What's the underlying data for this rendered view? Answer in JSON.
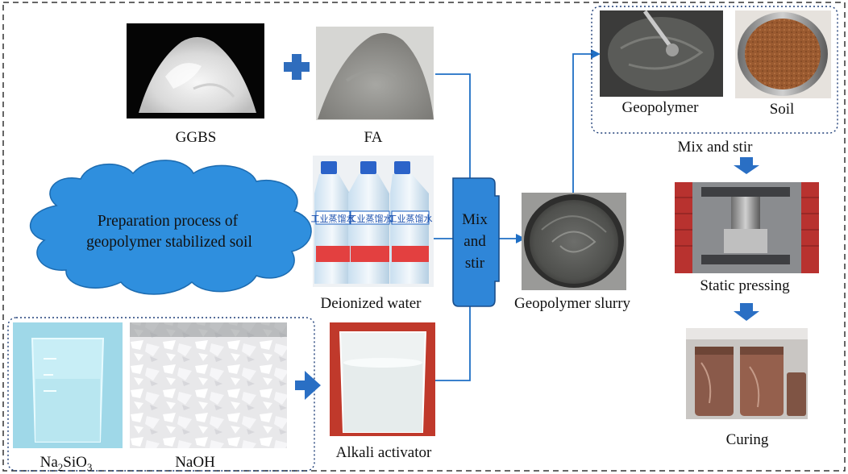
{
  "labels": {
    "ggbs": "GGBS",
    "fa": "FA",
    "deionized_water": "Deionized water",
    "na2sio3": {
      "base1": "Na",
      "sub1": "2",
      "base2": "SiO",
      "sub2": "3"
    },
    "naoh": "NaOH",
    "alkali_activator": "Alkali activator",
    "mix_box": [
      "Mix",
      "and",
      "stir"
    ],
    "geopolymer_slurry": "Geopolymer slurry",
    "geopolymer": "Geopolymer",
    "soil": "Soil",
    "mix_and_stir": "Mix and stir",
    "static_pressing": "Static pressing",
    "curing": "Curing",
    "cloud_lines": [
      "Preparation process of",
      "geopolymer stabilized soil"
    ],
    "bottle_label": "工业蒸馏水"
  },
  "colors": {
    "flow_line": "#1f6fc5",
    "arrow_blue": "#2a6fc4",
    "plus_blue": "#2f6dbd",
    "cloud_fill": "#2f8fde",
    "mix_box_fill": "#2f86d8",
    "border": "#333333"
  },
  "icons": {
    "plus": "plus-icon",
    "arrow_right": "arrow-right-icon",
    "arrow_down": "arrow-down-icon"
  }
}
